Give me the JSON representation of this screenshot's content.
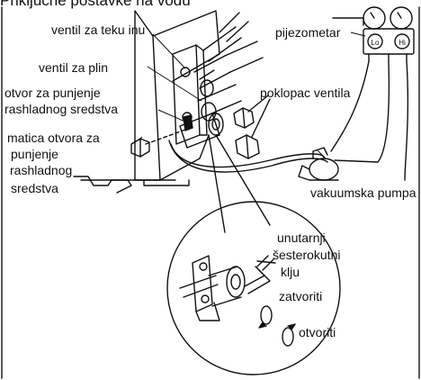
{
  "header": {
    "title_fragment": "Priključne postavke na vodu"
  },
  "labels": {
    "liquid_valve": "ventil za teku inu",
    "gas_valve": "ventil za plin",
    "charge_port_line1": "otvor za punjenje",
    "charge_port_line2": "rashladnog sredstva",
    "charge_nut_line1": "matica otvora za",
    "charge_nut_line2": "punjenje",
    "charge_nut_line3": "rashladnog",
    "charge_nut_line4": "sredstva",
    "manifold_gauge": "pijezometar",
    "valve_cap": "poklopac ventila",
    "vacuum_pump": "vakuumska pumpa",
    "hex_key_line1": "unutarnji",
    "hex_key_line2": "šesterokutni",
    "hex_key_line3": "klju",
    "close": "zatvoriti",
    "open": "otvoriti",
    "gauge_lo": "Lo",
    "gauge_hi": "Hi"
  }
}
